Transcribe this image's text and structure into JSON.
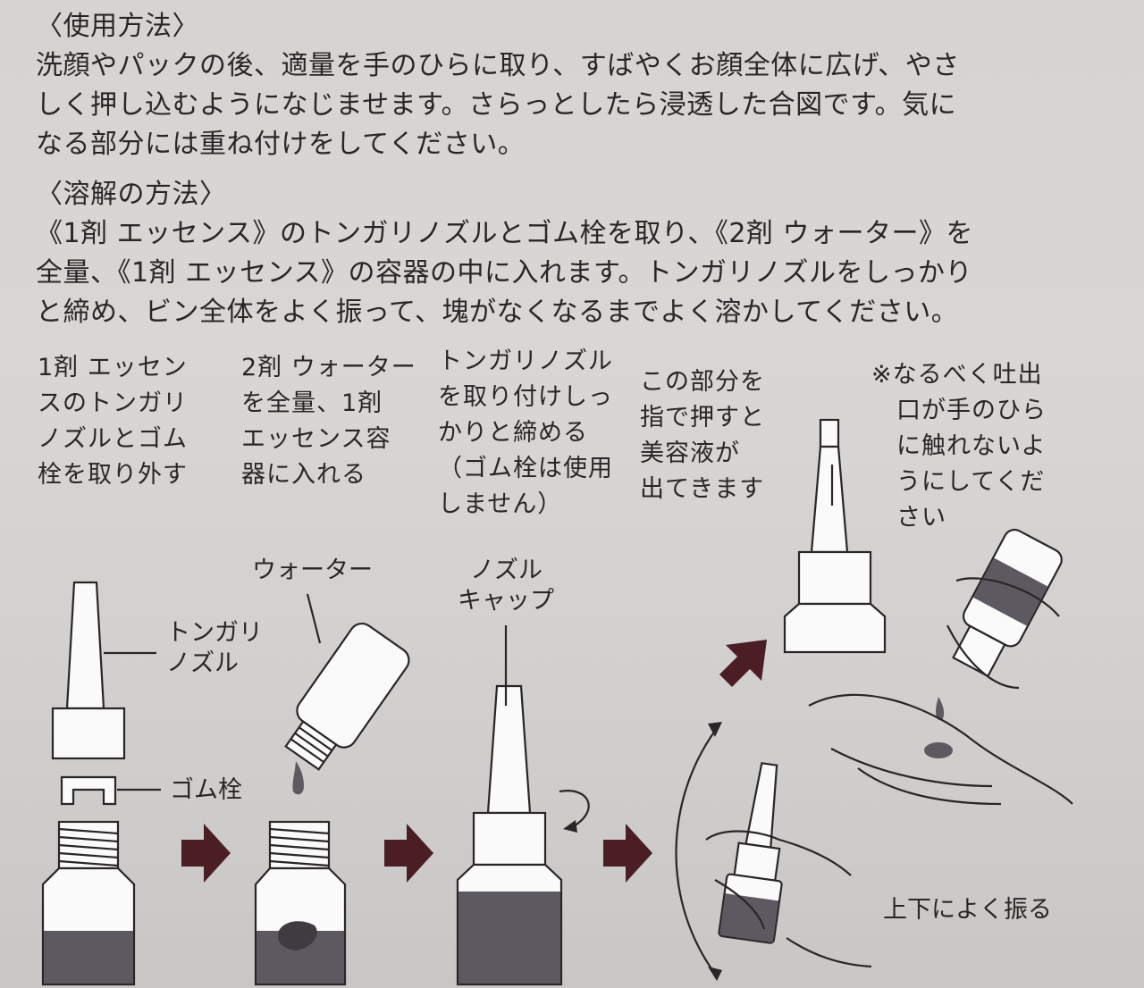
{
  "usage": {
    "heading": "〈使用方法〉",
    "lines": [
      "洗顔やパックの後、適量を手のひらに取り、すばやくお顔全体に広げ、やさ",
      "しく押し込むようになじませます。さらっとしたら浸透した合図です。気に",
      "なる部分には重ね付けをしてください。"
    ]
  },
  "dissolve": {
    "heading": "〈溶解の方法〉",
    "lines": [
      "《1剤 エッセンス》のトンガリノズルとゴム栓を取り、《2剤 ウォーター》を",
      "全量、《1剤 エッセンス》の容器の中に入れます。トンガリノズルをしっかり",
      "と締め、ビン全体をよく振って、塊がなくなるまでよく溶かしてください。"
    ]
  },
  "steps": [
    {
      "caption": [
        "1剤 エッセン",
        "スのトンガリ",
        "ノズルとゴム",
        "栓を取り外す"
      ]
    },
    {
      "caption": [
        "2剤 ウォーター",
        "を全量、1剤",
        "エッセンス容",
        "器に入れる"
      ]
    },
    {
      "caption": [
        "トンガリノズル",
        "を取り付けしっ",
        "かりと締める",
        "（ゴム栓は使用",
        "しません）"
      ]
    },
    {
      "caption": [
        "この部分を",
        "指で押すと",
        "美容液が",
        "出てきます"
      ]
    },
    {
      "caption": [
        "※なるべく吐出",
        "口が手のひら",
        "に触れないよ",
        "うにしてくだ",
        "さい"
      ]
    }
  ],
  "labels": {
    "nozzle": [
      "トンガリ",
      "ノズル"
    ],
    "stopper": "ゴム栓",
    "water": "ウォーター",
    "nozzle_cap": [
      "ノズル",
      "キャップ"
    ],
    "shake": "上下によく振る"
  },
  "colors": {
    "ink": "#2a2526",
    "liquid": "#5d5960",
    "arrow": "#4a1e24"
  }
}
